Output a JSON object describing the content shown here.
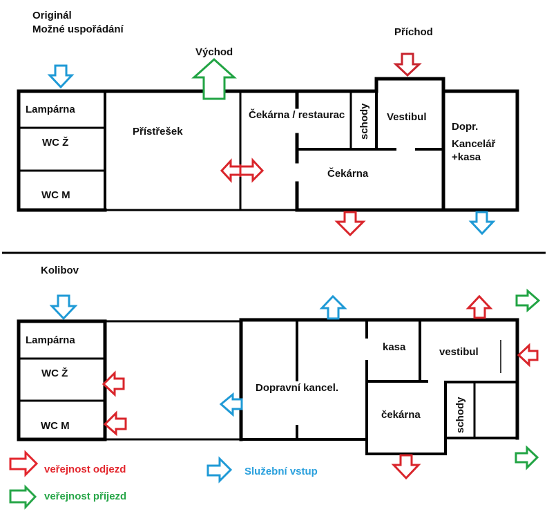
{
  "colors": {
    "public_departure": "#d9252b",
    "public_arrival": "#22a444",
    "service_entry": "#1f9ad6",
    "wall": "#000000",
    "text": "#111111"
  },
  "original": {
    "title_line1": "Originál",
    "title_line2": "Možné uspořádání",
    "exit_label": "Východ",
    "entrance_label": "Příchod",
    "rooms": {
      "lamparna": "Lampárna",
      "wc_z": "WC Ž",
      "wc_m": "WC M",
      "pristresek": "Přístřešek",
      "cekarna_restaurace": "Čekárna / restaurac",
      "schody": "schody",
      "vestibul": "Vestibul",
      "cekarna": "Čekárna",
      "dopr_line1": "Dopr.",
      "dopr_line2": "Kancelář",
      "dopr_line3": "+kasa"
    }
  },
  "kolibov": {
    "title": "Kolibov",
    "rooms": {
      "lamparna": "Lampárna",
      "wc_z": "WC Ž",
      "wc_m": "WC M",
      "dopravni_kancelar": "Dopravní kancel.",
      "kasa": "kasa",
      "vestibul": "vestibul",
      "cekarna": "čekárna",
      "schody": "schody"
    }
  },
  "legend": {
    "public_departure": "veřejnost odjezd",
    "public_arrival": "veřejnost příjezd",
    "service_entry": "Služební vstup"
  }
}
